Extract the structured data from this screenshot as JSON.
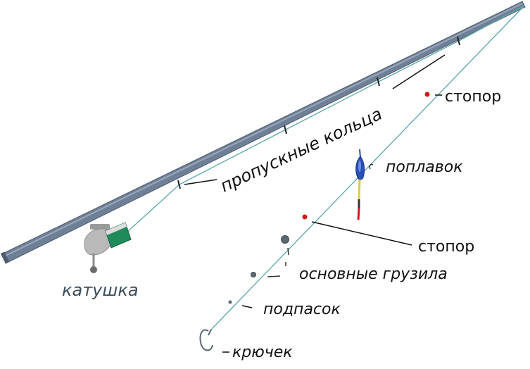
{
  "labels": {
    "reel": "катушка",
    "guides": "пропускные кольца",
    "stopper_top": "стопор",
    "float": "поплавок",
    "stopper_bottom": "стопор",
    "sinkers": "основные грузила",
    "shot": "подпасок",
    "hook": "крючек"
  },
  "colors": {
    "rod": "#6f7f96",
    "rod_edge": "#4f5d72",
    "line": "#5aa8a8",
    "stopper": "#d11a1a",
    "float_top": "#2a4fb8",
    "reel_body": "#b9b9b9",
    "reel_spool": "#1f8a5a",
    "sinker": "#5a6a70",
    "pointer": "#111111"
  },
  "icons": [
    "fishing-rod",
    "reel-icon",
    "float-icon",
    "hook-icon"
  ]
}
